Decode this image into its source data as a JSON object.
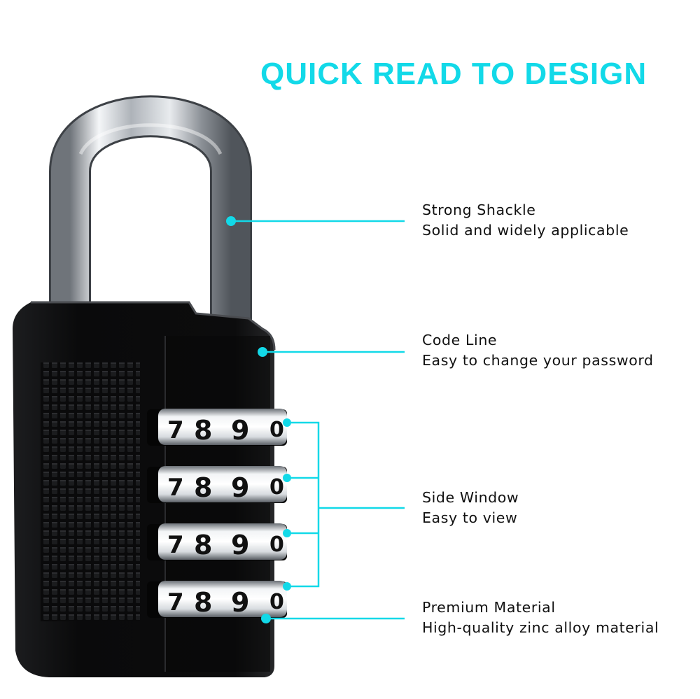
{
  "headline": "QUICK READ TO DESIGN",
  "colors": {
    "accent": "#12d9e8",
    "lock_body": "#0b0b0c",
    "shackle": "#c7cbd0",
    "text": "#111111"
  },
  "callouts": [
    {
      "title": "Strong Shackle",
      "description": "Solid and widely applicable"
    },
    {
      "title": "Code Line",
      "description": "Easy to change your password"
    },
    {
      "title": "Side Window",
      "description": "Easy to view"
    },
    {
      "title": "Premium Material",
      "description": "High-quality zinc alloy material"
    }
  ],
  "dials": [
    {
      "digits": [
        "7",
        "8",
        "9",
        "0"
      ]
    },
    {
      "digits": [
        "7",
        "8",
        "9",
        "0"
      ]
    },
    {
      "digits": [
        "7",
        "8",
        "9",
        "0"
      ]
    },
    {
      "digits": [
        "7",
        "8",
        "9",
        "0"
      ]
    }
  ]
}
